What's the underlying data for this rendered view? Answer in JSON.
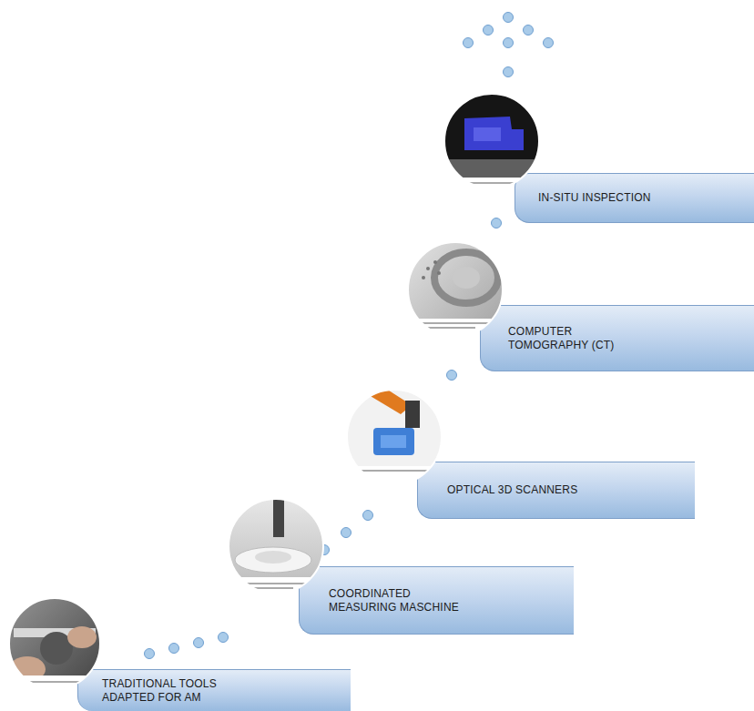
{
  "diagram": {
    "nodes": [
      {
        "text": [
          "TRADITIONAL TOOLS ADAPTED FOR AM"
        ]
      },
      {
        "text": [
          "COORDINATED MEASURING MASCHINE"
        ]
      },
      {
        "text": [
          "OPTICAL 3D SCANNERS"
        ]
      },
      {
        "text": [
          "COMPUTER TOMOGRAPHY (CT)"
        ]
      },
      {
        "text": [
          "IN-SITU INSPECTION"
        ]
      }
    ]
  }
}
